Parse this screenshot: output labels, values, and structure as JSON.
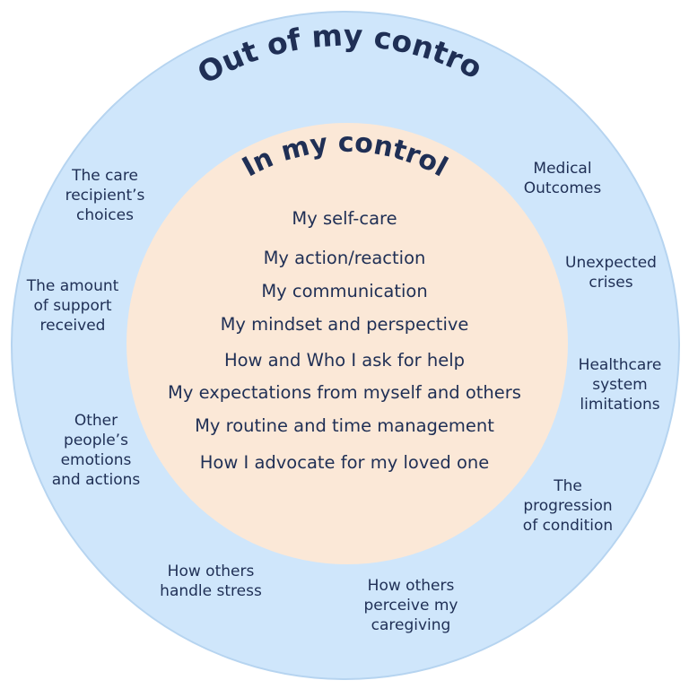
{
  "diagram": {
    "outer_title": "Out of my control",
    "inner_title": "In my control",
    "colors": {
      "outer_fill": "#cfe6fb",
      "outer_stroke": "#b6d4f0",
      "inner_fill": "#fbe8d7",
      "text": "#1f2f55"
    },
    "inner_items": [
      "My self-care",
      "My action/reaction",
      "My communication",
      "My mindset and perspective",
      "How and Who I ask for help",
      "My expectations from myself and others",
      "My routine and time management",
      "How I advocate for my loved one"
    ],
    "outer_items": {
      "care_recipient": "The care\nrecipient’s\nchoices",
      "amount_support": "The amount\nof support\nreceived",
      "others_emotions": "Other\npeople’s\nemotions\nand actions",
      "others_stress": "How others\nhandle stress",
      "others_perceive": "How others\nperceive my\ncaregiving",
      "progression": "The\nprogression\nof condition",
      "healthcare": "Healthcare\nsystem\nlimitations",
      "crises": "Unexpected\ncrises",
      "medical": "Medical\nOutcomes"
    }
  }
}
